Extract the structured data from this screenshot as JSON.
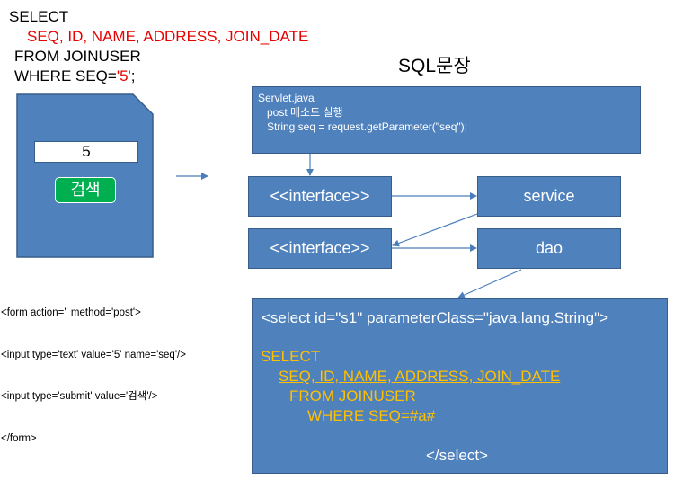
{
  "sql_statement": {
    "line1": "SELECT",
    "line2": "SEQ, ID, NAME, ADDRESS, JOIN_DATE",
    "line3": "FROM JOINUSER",
    "line4_prefix": "WHERE SEQ=",
    "line4_value": "'5'",
    "line4_suffix": ";"
  },
  "sql_label": "SQL문장",
  "form": {
    "input_value": "5",
    "button_label": "검색"
  },
  "html_code": [
    "<form action='' method='post'>",
    "<input type='text' value='5' name='seq'/>",
    "<input type='submit' value='검색'/>",
    "</form>"
  ],
  "servlet": {
    "line1": "Servlet.java",
    "line2": "post 메소드 실행",
    "line3": "String seq = request.getParameter(\"seq\");"
  },
  "nodes": {
    "interface_top": "<<interface>>",
    "interface_bottom": "<<interface>>",
    "service": "service",
    "dao": "dao"
  },
  "mapper": {
    "select_tag": "<select id=\"s1\" parameterClass=\"java.lang.String\">",
    "line1": "SELECT",
    "line2": "SEQ, ID, NAME, ADDRESS, JOIN_DATE",
    "line3": "FROM JOINUSER",
    "line4_prefix": "WHERE SEQ=",
    "line4_param": "#a#",
    "close_tag": "</select>"
  },
  "colors": {
    "box_fill": "#4f81bd",
    "box_border": "#385d8a",
    "sql_highlight": "#e60000",
    "mapper_sql": "#ffc000",
    "button_green": "#00b050"
  }
}
